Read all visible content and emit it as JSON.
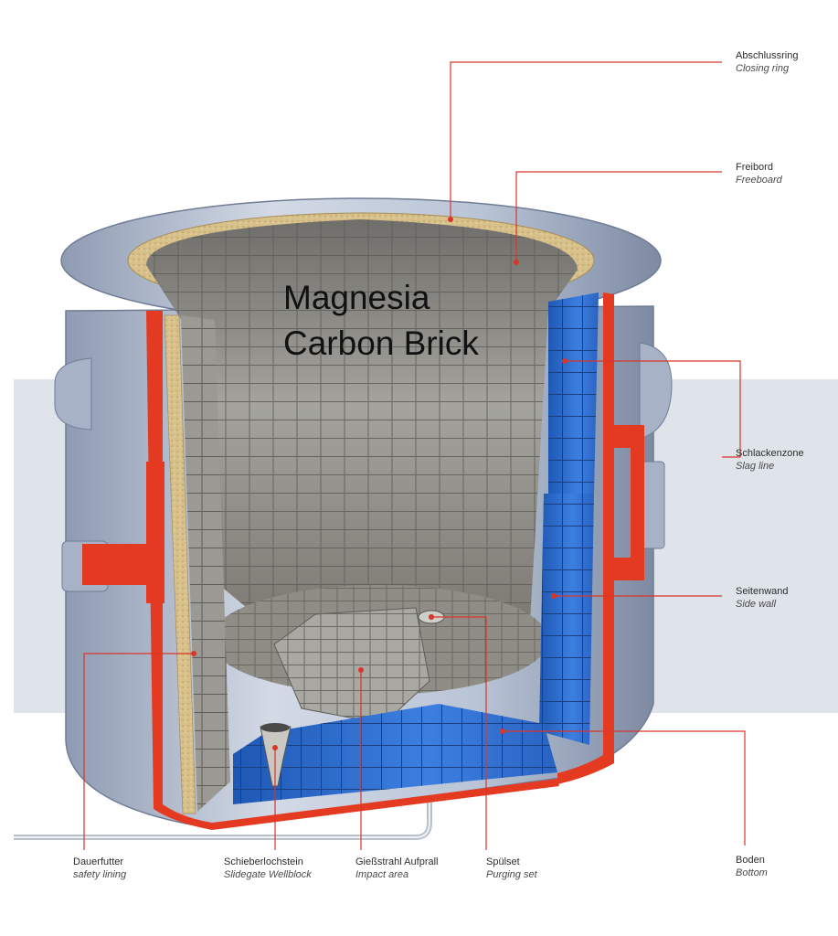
{
  "overlay": {
    "line1": "Magnesia",
    "line2": "Carbon Brick"
  },
  "callouts": [
    {
      "id": "closing-ring",
      "de": "Abschlussring",
      "en": "Closing ring"
    },
    {
      "id": "freeboard",
      "de": "Freibord",
      "en": "Freeboard"
    },
    {
      "id": "slag-line",
      "de": "Schlackenzone",
      "en": "Slag line"
    },
    {
      "id": "side-wall",
      "de": "Seitenwand",
      "en": "Side wall"
    },
    {
      "id": "bottom",
      "de": "Boden",
      "en": "Bottom"
    },
    {
      "id": "safety-lining",
      "de": "Dauerfutter",
      "en": "safety lining"
    },
    {
      "id": "slidegate-wellblock",
      "de": "Schieberlochstein",
      "en": "Slidegate Wellblock"
    },
    {
      "id": "impact-area",
      "de": "Gießstrahl Aufprall",
      "en": "Impact area"
    },
    {
      "id": "purging-set",
      "de": "Spülset",
      "en": "Purging set"
    }
  ],
  "colors": {
    "steel": "#b9c4d6",
    "steel_dark": "#8e9bb2",
    "permanent_lining": "#e53a22",
    "working_lining_blue": "#2f6fd0",
    "brick_grey": "#8b8a86",
    "castable": "#d8c08a",
    "leader": "#d9362a"
  }
}
